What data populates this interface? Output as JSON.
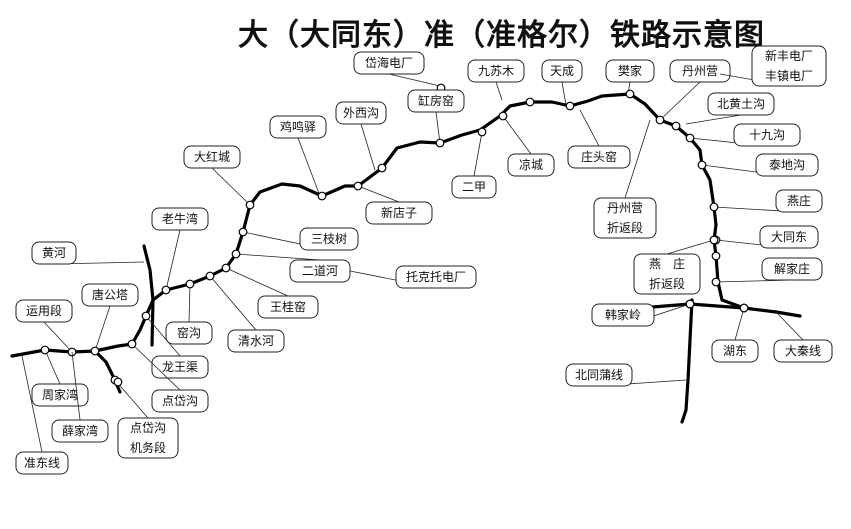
{
  "title": "大（大同东）准（准格尔）铁路示意图",
  "stations": {
    "s1": "岱海电厂",
    "s2": "九苏木",
    "s3": "天成",
    "s4": "樊家",
    "s5": "丹州营",
    "s6": "新丰电厂，丰镇电厂",
    "s7": "北黄土沟",
    "s8": "外西沟",
    "s9": "缸房窑",
    "s10": "鸡鸣驿",
    "s11": "十九沟",
    "s12": "大红城",
    "s13": "泰地沟",
    "s14": "凉城",
    "s15": "庄头窑",
    "s16": "二甲",
    "s17": "新店子",
    "s18": "燕庄",
    "s19": "丹州营，折返段",
    "s20": "老牛湾",
    "s21": "三枝树",
    "s22": "大同东",
    "s23": "黄河",
    "s24": "燕　庄，折返段",
    "s25": "解家庄",
    "s26": "二道河",
    "s27": "托克托电厂",
    "s28": "唐公塔",
    "s29": "运用段",
    "s30": "王桂窑",
    "s31": "韩家岭",
    "s32": "窑沟",
    "s33": "清水河",
    "s34": "湖东",
    "s35": "大秦线",
    "s36": "龙王渠",
    "s37": "北同蒲线",
    "s38": "周家湾",
    "s39": "点岱沟",
    "s40": "薛家湾",
    "s41": "点岱沟，机务段",
    "s42": "准东线"
  }
}
